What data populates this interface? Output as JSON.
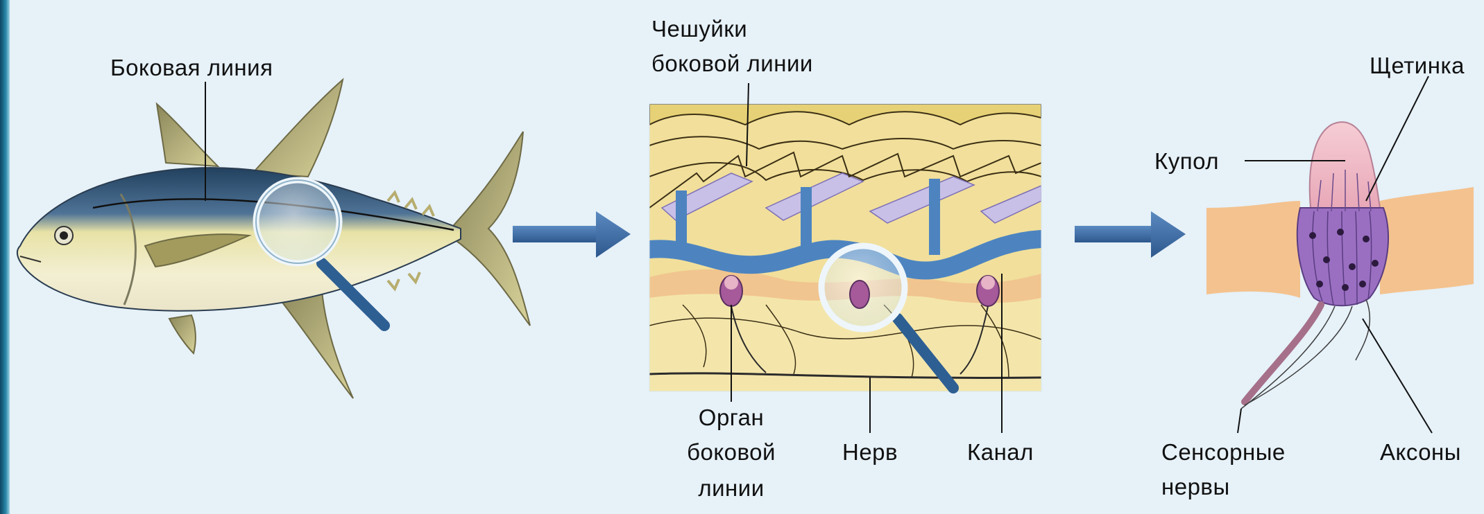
{
  "labels": {
    "lateral_line": "Боковая линия",
    "scales_line1": "Чешуйки",
    "scales_line2": "боковой линии",
    "bristle": "Щетинка",
    "dome": "Купол",
    "organ_line1": "Орган",
    "organ_line2": "боковой",
    "organ_line3": "линии",
    "nerve": "Нерв",
    "canal": "Канал",
    "sensory_line1": "Сенсорные",
    "sensory_line2": "нервы",
    "axons": "Аксоны"
  },
  "colors": {
    "background": "#e6f1f8",
    "arrow": "#3a69a3",
    "canal_blue": "#4d84c0",
    "scale_yellow": "#ead98a",
    "dome_pink": "#f0b3bf",
    "cells_purple": "#9a6fc2",
    "tissue_orange": "#f4c28e",
    "fish_back": "#27496a",
    "fish_fin": "#b7ad6e"
  }
}
